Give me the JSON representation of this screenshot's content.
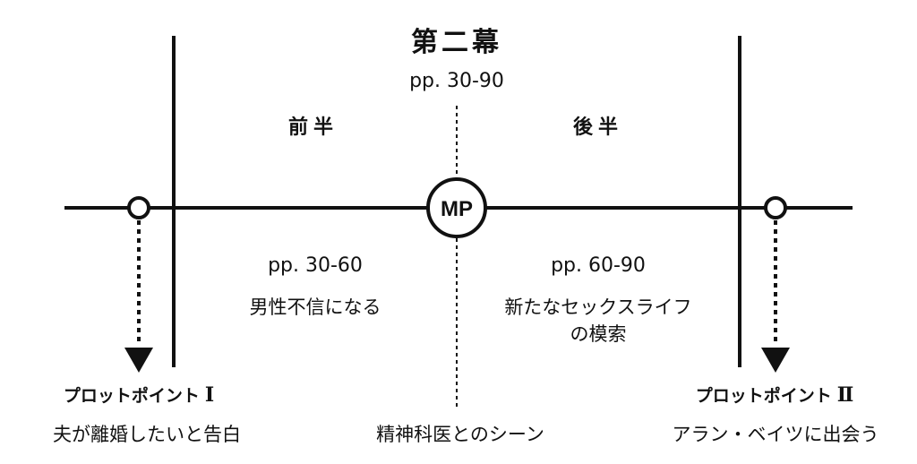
{
  "act": {
    "title": "第二幕",
    "pages": "pp. 30-90"
  },
  "first_half": {
    "label": "前半",
    "pages": "pp. 30-60",
    "description": "男性不信になる"
  },
  "second_half": {
    "label": "後半",
    "pages": "pp. 60-90",
    "description_line1": "新たなセックスライフ",
    "description_line2": "の模索"
  },
  "midpoint": {
    "label": "MP",
    "event": "精神科医とのシーン"
  },
  "plot_point_1": {
    "label": "プロットポイント",
    "numeral": "Ⅰ",
    "event": "夫が離婚したいと告白"
  },
  "plot_point_2": {
    "label": "プロットポイント",
    "numeral": "Ⅱ",
    "event": "アラン・ベイツに出会う"
  }
}
